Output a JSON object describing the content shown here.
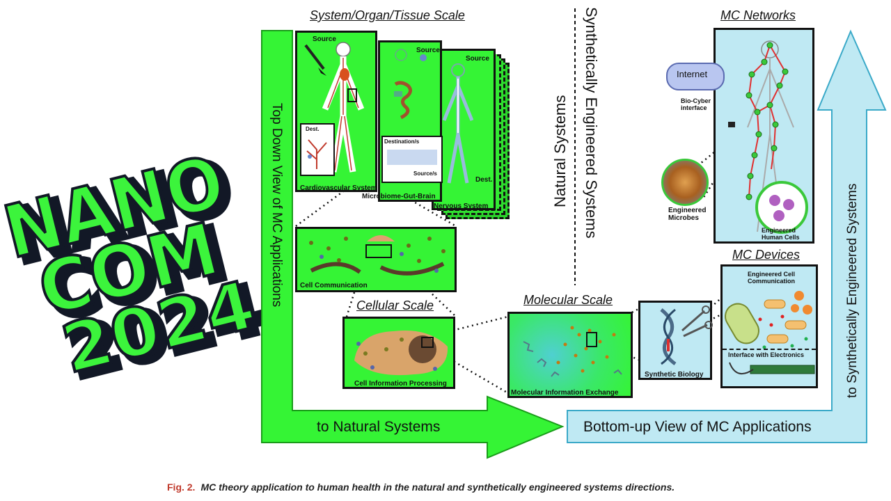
{
  "logo": {
    "lines": [
      "NANO",
      "COM",
      "2024"
    ],
    "fill": "#3cf43c",
    "shadow": "#121826"
  },
  "colors": {
    "green": "#35f435",
    "light_blue": "#bfe9f3",
    "caption_red": "#c0392b"
  },
  "arrows": {
    "top_down": "Top Down View of  MC Applications",
    "to_natural": "to Natural Systems",
    "bottom_up": "Bottom-up View of  MC Applications",
    "to_synthetic": "to Synthetically Engineered Systems"
  },
  "divider": {
    "natural": "Natural Systems",
    "synthetic": "Synthetically Engineered Systems"
  },
  "scales": {
    "system": "System/Organ/Tissue Scale",
    "cellular": "Cellular Scale",
    "molecular": "Molecular Scale",
    "networks": "MC Networks",
    "devices": "MC Devices"
  },
  "panels": {
    "cardio": {
      "source": "Source",
      "dest": "Dest.",
      "caption": "Cardiovascular System"
    },
    "gut": {
      "source": "Source",
      "destinations": "Destination/s",
      "sources": "Source/s",
      "caption": "Microbiome-Gut-Brain"
    },
    "nervous": {
      "source": "Source",
      "dest": "Dest.",
      "caption": "Nervous System"
    },
    "cell_comm": {
      "caption": "Cell Communication"
    },
    "cell_info": {
      "caption": "Cell Information Processing"
    },
    "molecular": {
      "caption": "Molecular Information Exchange"
    },
    "synbio": {
      "caption": "Synthetic Biology"
    },
    "networks": {
      "internet": "Internet",
      "interface": "Bio-Cyber interface",
      "microbes": "Engineered Microbes",
      "human_cells": "Engineered Human Cells"
    },
    "devices": {
      "title": "Engineered Cell Communication",
      "electronics": "Interface with Electronics"
    }
  },
  "figure_caption": {
    "label": "Fig. 2.",
    "text": "MC theory application to human health in the natural and synthetically engineered systems directions."
  }
}
